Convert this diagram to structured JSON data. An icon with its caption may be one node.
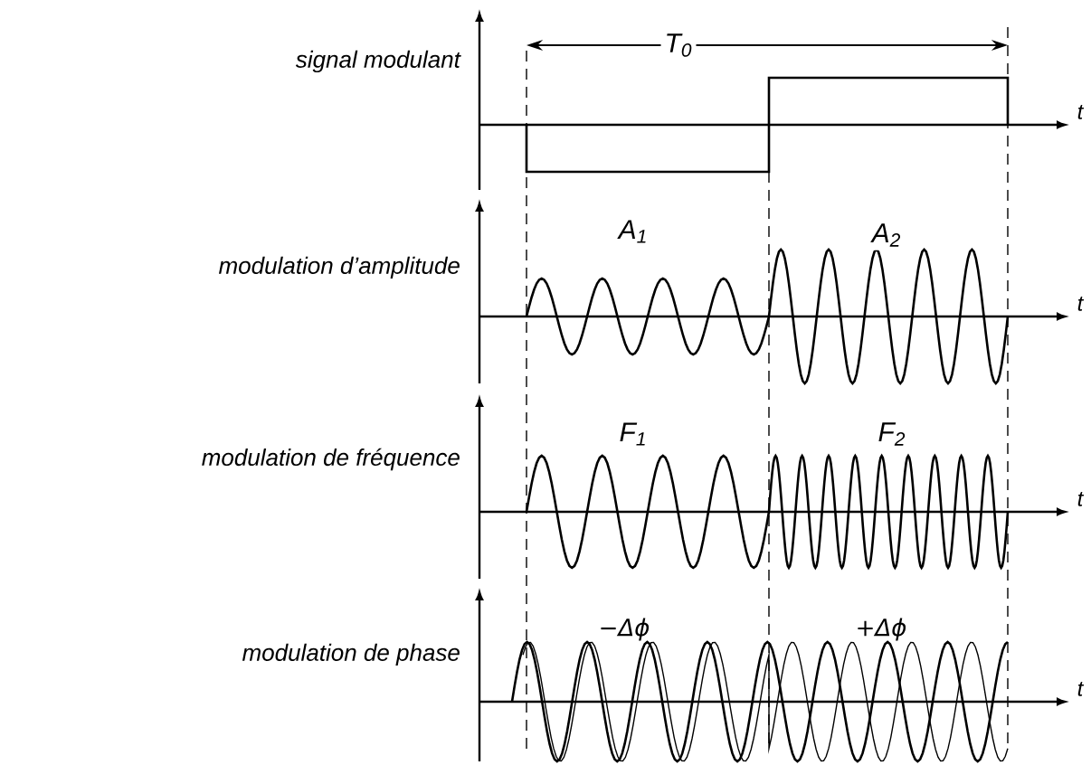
{
  "diagram": {
    "labels": [
      "T$_{0}$",
      "signal modulant",
      "t",
      "modulation d’amplitude",
      "A$_{1}$",
      "A$_{2}$",
      "t",
      "modulation de fréquence",
      "F$_{1}$",
      "F$_{2}$",
      "t",
      "modulation de phase",
      "−Δϕ",
      "+Δϕ",
      "t"
    ]
  }
}
